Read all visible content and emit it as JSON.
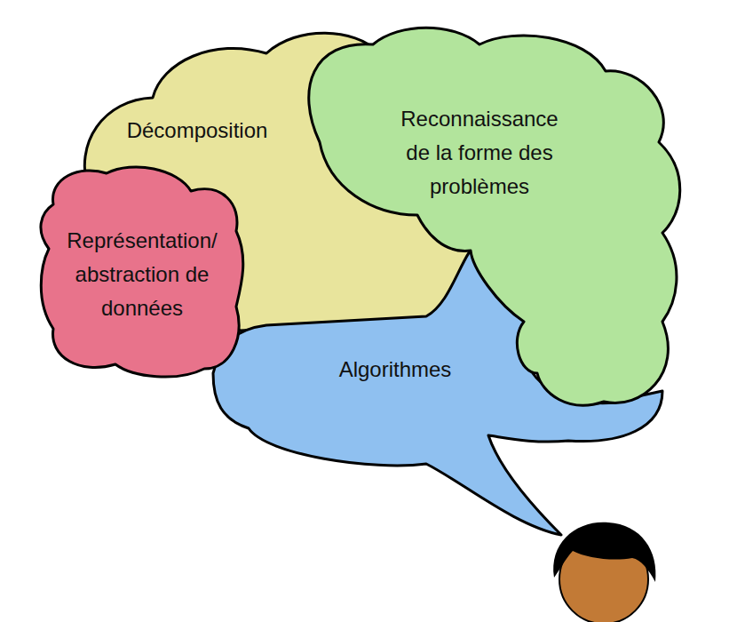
{
  "diagram": {
    "nodes": [
      {
        "text": [
          "Décomposition"
        ]
      },
      {
        "text": [
          "Reconnaissance de la forme des problèmes"
        ]
      },
      {
        "text": [
          "Représentation/ abstraction de données"
        ]
      },
      {
        "text": [
          "Algorithmes"
        ]
      }
    ]
  }
}
